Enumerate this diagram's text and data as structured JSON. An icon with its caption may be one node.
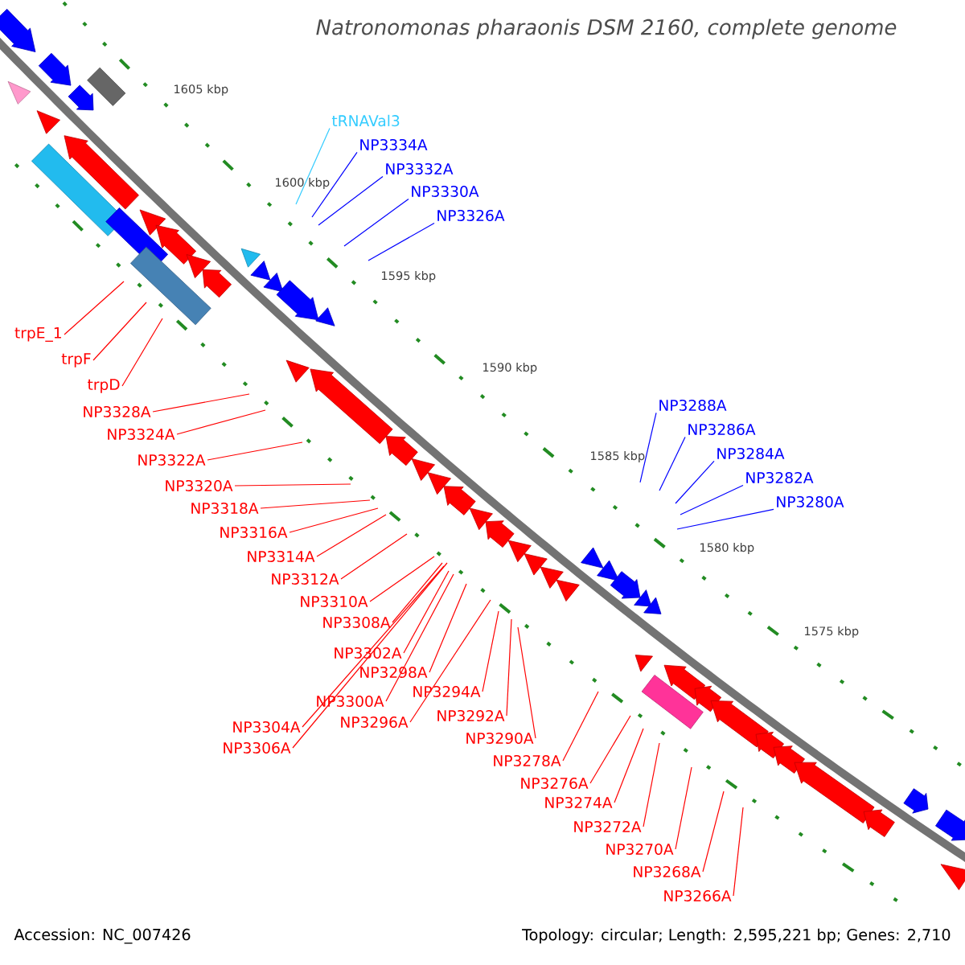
{
  "diagram": {
    "title": "Natronomonas pharaonis DSM 2160, complete genome",
    "nodes": [
      {
        "text": [
          "tRNAVal3"
        ]
      },
      {
        "text": [
          "NP3334A"
        ]
      },
      {
        "text": [
          "NP3332A"
        ]
      },
      {
        "text": [
          "NP3330A"
        ]
      },
      {
        "text": [
          "NP3326A"
        ]
      },
      {
        "text": [
          "trpE_1"
        ]
      },
      {
        "text": [
          "trpF"
        ]
      },
      {
        "text": [
          "trpD"
        ]
      },
      {
        "text": [
          "NP3328A"
        ]
      },
      {
        "text": [
          "NP3324A"
        ]
      },
      {
        "text": [
          "NP3322A"
        ]
      },
      {
        "text": [
          "NP3320A"
        ]
      },
      {
        "text": [
          "NP3318A"
        ]
      },
      {
        "text": [
          "NP3316A"
        ]
      },
      {
        "text": [
          "NP3314A"
        ]
      },
      {
        "text": [
          "NP3312A"
        ]
      },
      {
        "text": [
          "NP3310A"
        ]
      },
      {
        "text": [
          "NP3308A"
        ]
      },
      {
        "text": [
          "NP3302A"
        ]
      },
      {
        "text": [
          "NP3298A"
        ]
      },
      {
        "text": [
          "NP3294A"
        ]
      },
      {
        "text": [
          "NP3300A"
        ]
      },
      {
        "text": [
          "NP3292A"
        ]
      },
      {
        "text": [
          "NP3296A"
        ]
      },
      {
        "text": [
          "NP3304A"
        ]
      },
      {
        "text": [
          "NP3290A"
        ]
      },
      {
        "text": [
          "NP3306A"
        ]
      },
      {
        "text": [
          "NP3278A"
        ]
      },
      {
        "text": [
          "NP3276A"
        ]
      },
      {
        "text": [
          "NP3274A"
        ]
      },
      {
        "text": [
          "NP3272A"
        ]
      },
      {
        "text": [
          "NP3270A"
        ]
      },
      {
        "text": [
          "NP3268A"
        ]
      },
      {
        "text": [
          "NP3266A"
        ]
      },
      {
        "text": [
          "NP3288A"
        ]
      },
      {
        "text": [
          "NP3286A"
        ]
      },
      {
        "text": [
          "NP3284A"
        ]
      },
      {
        "text": [
          "NP3282A"
        ]
      },
      {
        "text": [
          "NP3280A"
        ]
      }
    ],
    "edges": [
      {
        "from": 0,
        "to": null,
        "arrow": "none",
        "color": "#33ccff"
      },
      {
        "from": 1,
        "to": null,
        "arrow": "none",
        "color": "#0000ff"
      },
      {
        "from": 2,
        "to": null,
        "arrow": "none",
        "color": "#0000ff"
      },
      {
        "from": 3,
        "to": null,
        "arrow": "none",
        "color": "#0000ff"
      },
      {
        "from": 4,
        "to": null,
        "arrow": "none",
        "color": "#0000ff"
      },
      {
        "from": 5,
        "to": null,
        "arrow": "none"
      },
      {
        "from": 6,
        "to": null,
        "arrow": "none"
      },
      {
        "from": 7,
        "to": null,
        "arrow": "none"
      },
      {
        "from": 8,
        "to": null,
        "arrow": "none"
      },
      {
        "from": 9,
        "to": null,
        "arrow": "none"
      },
      {
        "from": 10,
        "to": null,
        "arrow": "none"
      },
      {
        "from": 11,
        "to": null,
        "arrow": "none"
      },
      {
        "from": 12,
        "to": null,
        "arrow": "none"
      },
      {
        "from": 13,
        "to": null,
        "arrow": "none"
      },
      {
        "from": 14,
        "to": null,
        "arrow": "none"
      },
      {
        "from": 15,
        "to": null,
        "arrow": "none"
      },
      {
        "from": 16,
        "to": null,
        "arrow": "none"
      },
      {
        "from": 17,
        "to": null,
        "arrow": "none"
      },
      {
        "from": 18,
        "to": null,
        "arrow": "none"
      },
      {
        "from": 19,
        "to": null,
        "arrow": "none"
      },
      {
        "from": 20,
        "to": null,
        "arrow": "none"
      },
      {
        "from": 21,
        "to": null,
        "arrow": "none"
      },
      {
        "from": 22,
        "to": null,
        "arrow": "none"
      },
      {
        "from": 23,
        "to": null,
        "arrow": "none"
      },
      {
        "from": 24,
        "to": null,
        "arrow": "none"
      },
      {
        "from": 25,
        "to": null,
        "arrow": "none"
      },
      {
        "from": 26,
        "to": null,
        "arrow": "none"
      },
      {
        "from": 27,
        "to": null,
        "arrow": "none"
      },
      {
        "from": 28,
        "to": null,
        "arrow": "none"
      },
      {
        "from": 29,
        "to": null,
        "arrow": "none"
      },
      {
        "from": 30,
        "to": null,
        "arrow": "none"
      },
      {
        "from": 31,
        "to": null,
        "arrow": "none"
      },
      {
        "from": 32,
        "to": null,
        "arrow": "none"
      },
      {
        "from": 33,
        "to": null,
        "arrow": "none"
      },
      {
        "from": 34,
        "to": null,
        "arrow": "none",
        "color": "#0000ff"
      },
      {
        "from": 35,
        "to": null,
        "arrow": "none",
        "color": "#0000ff"
      },
      {
        "from": 36,
        "to": null,
        "arrow": "none",
        "color": "#0000ff"
      },
      {
        "from": 37,
        "to": null,
        "arrow": "none",
        "color": "#0000ff"
      },
      {
        "from": 38,
        "to": null,
        "arrow": "none",
        "color": "#0000ff"
      }
    ],
    "labels": [
      "1605 kbp",
      "1600 kbp",
      "1595 kbp",
      "1590 kbp",
      "1585 kbp",
      "1580 kbp",
      "1575 kbp",
      "Accession: NC_007426",
      "Topology: circular; Length: 2,595,221 bp; Genes: 2,710"
    ]
  }
}
